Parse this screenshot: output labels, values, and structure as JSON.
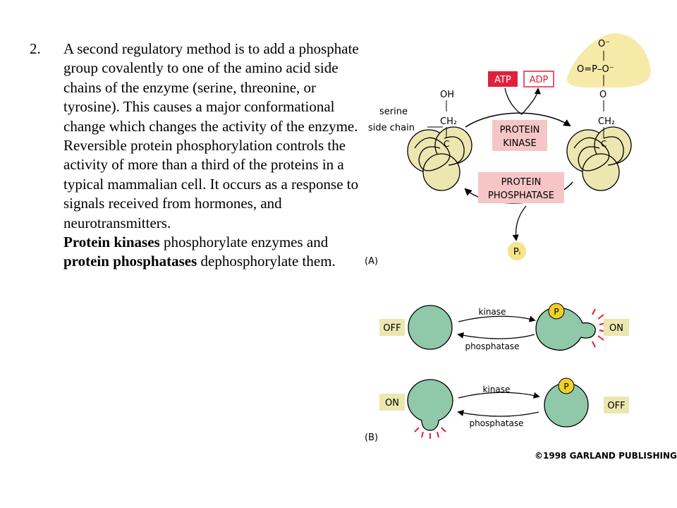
{
  "slide": {
    "number": "2.",
    "para1": "A second regulatory method is to add a phosphate group covalently to one of the amino acid side chains of the enzyme (serine, threonine, or tyrosine).  This causes a major conformational change which changes the activity of the enzyme.",
    "para2": "Reversible protein phosphorylation controls the activity of more than a third of the proteins in a typical mammalian cell.  It occurs as a response to signals received from hormones, and neurotransmitters.",
    "para3_kinases_bold": "Protein kinases",
    "para3_mid": " phosphorylate enzymes and ",
    "para3_phosphatases_bold": "protein phosphatases",
    "para3_end": " dephosphorylate them."
  },
  "figure": {
    "panel_a": {
      "label": "(A)",
      "serine_label_1": "serine",
      "serine_label_2": "side chain",
      "oh": "OH",
      "ch2_left": "CH₂",
      "c_left": "C",
      "atp": "ATP",
      "adp": "ADP",
      "kinase_1": "PROTEIN",
      "kinase_2": "KINASE",
      "phosphatase_1": "PROTEIN",
      "phosphatase_2": "PHOSPHATASE",
      "pi": "Pᵢ",
      "phosphate_top": "O⁻",
      "phosphate_mid": "O=P–O⁻",
      "o_link": "O",
      "ch2_right": "CH₂",
      "c_right": "C"
    },
    "panel_b": {
      "label": "(B)",
      "row1": {
        "left_state": "OFF",
        "right_state": "ON",
        "top_arrow": "kinase",
        "bottom_arrow": "phosphatase",
        "p": "P"
      },
      "row2": {
        "left_state": "ON",
        "right_state": "OFF",
        "top_arrow": "kinase",
        "bottom_arrow": "phosphatase",
        "p": "P"
      }
    },
    "copyright": "©1998 GARLAND PUBLISHING",
    "colors": {
      "protein_fill": "#ece7b0",
      "green_fill": "#8fc9aa",
      "red_box": "#e2203c",
      "pink_box": "#f6c6c6",
      "phosphate_fill": "#f7e9a8",
      "pi_fill": "#f6e38a",
      "p_fill": "#f2cf2a",
      "ray": "#e2203c"
    }
  }
}
